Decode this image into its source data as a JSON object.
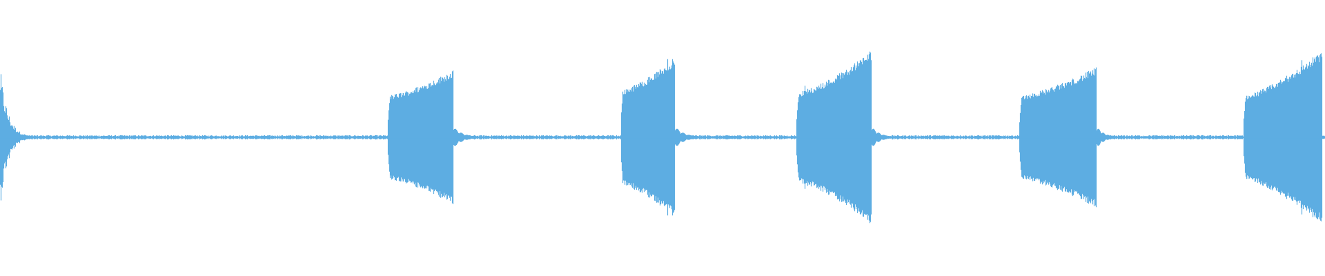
{
  "waveform": {
    "color": "#5dade2",
    "baseline_noise": 0.012,
    "events": [
      {
        "type": "decay_burst",
        "start": 0.0,
        "end": 0.0125,
        "onset_amp": 0.5,
        "decay_tail": 0.025
      },
      {
        "type": "swell_burst",
        "start": 0.2925,
        "end": 0.3417,
        "start_amp": 0.3,
        "end_amp": 0.48,
        "tail": 0.025
      },
      {
        "type": "swell_burst",
        "start": 0.4683,
        "end": 0.5092,
        "start_amp": 0.34,
        "end_amp": 0.57,
        "tail": 0.025
      },
      {
        "type": "swell_burst",
        "start": 0.6008,
        "end": 0.6575,
        "start_amp": 0.32,
        "end_amp": 0.62,
        "tail": 0.022
      },
      {
        "type": "swell_burst",
        "start": 0.7692,
        "end": 0.8275,
        "start_amp": 0.3,
        "end_amp": 0.5,
        "tail": 0.02
      },
      {
        "type": "swell_burst",
        "start": 0.9383,
        "end": 0.9975,
        "start_amp": 0.3,
        "end_amp": 0.62,
        "tail": 0.0
      }
    ]
  }
}
